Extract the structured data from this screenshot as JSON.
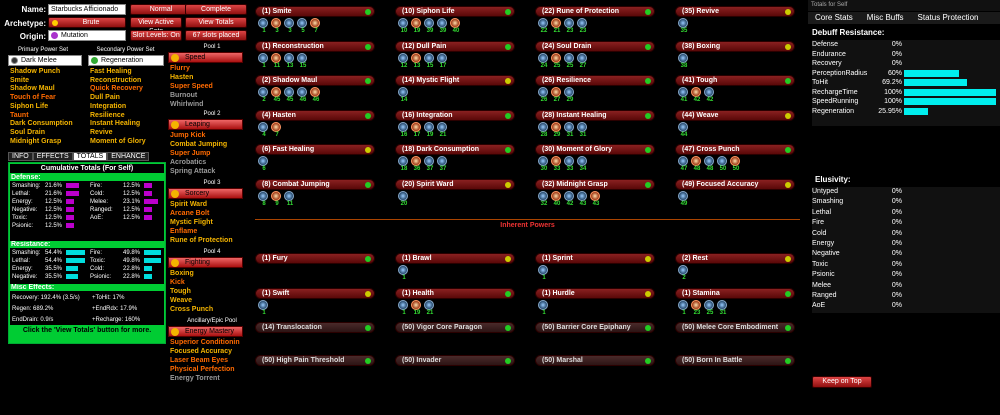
{
  "header": {
    "name_label": "Name:",
    "name_value": "Starbucks Afficionado",
    "normal_btn": "Normal",
    "complete_btn": "Complete",
    "archetype_label": "Archetype:",
    "archetype_value": "Brute",
    "view_active_sets": "View Active Sets",
    "view_totals": "View Totals",
    "origin_label": "Origin:",
    "origin_value": "Mutation",
    "slot_levels": "Slot Levels: On",
    "slots_placed": "67 slots placed"
  },
  "powersets": {
    "primary_label": "Primary Power Set",
    "primary_value": "Dark Melee",
    "secondary_label": "Secondary Power Set",
    "secondary_value": "Regeneration",
    "primary": [
      {
        "n": "Shadow Punch",
        "s": "on"
      },
      {
        "n": "Smite",
        "s": "on"
      },
      {
        "n": "Shadow Maul",
        "s": "on"
      },
      {
        "n": "Touch of Fear",
        "s": "sel"
      },
      {
        "n": "Siphon Life",
        "s": "on"
      },
      {
        "n": "Taunt",
        "s": "sel"
      },
      {
        "n": "Dark Consumption",
        "s": "on"
      },
      {
        "n": "Soul Drain",
        "s": "on"
      },
      {
        "n": "Midnight Grasp",
        "s": "on"
      }
    ],
    "secondary": [
      {
        "n": "Fast Healing",
        "s": "on"
      },
      {
        "n": "Reconstruction",
        "s": "on"
      },
      {
        "n": "Quick Recovery",
        "s": "sel"
      },
      {
        "n": "Dull Pain",
        "s": "on"
      },
      {
        "n": "Integration",
        "s": "on"
      },
      {
        "n": "Resilience",
        "s": "on"
      },
      {
        "n": "Instant Healing",
        "s": "on"
      },
      {
        "n": "Revive",
        "s": "on"
      },
      {
        "n": "Moment of Glory",
        "s": "on"
      }
    ]
  },
  "pools": [
    {
      "label": "Pool 1",
      "name": "Speed",
      "powers": [
        {
          "n": "Flurry",
          "s": "sel"
        },
        {
          "n": "Hasten",
          "s": "on"
        },
        {
          "n": "Super Speed",
          "s": "sel"
        },
        {
          "n": "Burnout",
          "s": "off"
        },
        {
          "n": "Whirlwind",
          "s": "off"
        }
      ]
    },
    {
      "label": "Pool 2",
      "name": "Leaping",
      "powers": [
        {
          "n": "Jump Kick",
          "s": "sel"
        },
        {
          "n": "Combat Jumping",
          "s": "on"
        },
        {
          "n": "Super Jump",
          "s": "sel"
        },
        {
          "n": "Acrobatics",
          "s": "off"
        },
        {
          "n": "Spring Attack",
          "s": "off"
        }
      ]
    },
    {
      "label": "Pool 3",
      "name": "Sorcery",
      "powers": [
        {
          "n": "Spirit Ward",
          "s": "on"
        },
        {
          "n": "Arcane Bolt",
          "s": "sel"
        },
        {
          "n": "Mystic Flight",
          "s": "on"
        },
        {
          "n": "Enflame",
          "s": "sel"
        },
        {
          "n": "Rune of Protection",
          "s": "on"
        }
      ]
    },
    {
      "label": "Pool 4",
      "name": "Fighting",
      "powers": [
        {
          "n": "Boxing",
          "s": "on"
        },
        {
          "n": "Kick",
          "s": "sel"
        },
        {
          "n": "Tough",
          "s": "on"
        },
        {
          "n": "Weave",
          "s": "on"
        },
        {
          "n": "Cross Punch",
          "s": "on"
        }
      ]
    },
    {
      "label": "Ancillary/Epic Pool",
      "name": "Energy Mastery",
      "powers": [
        {
          "n": "Superior Conditionin",
          "s": "sel"
        },
        {
          "n": "Focused Accuracy",
          "s": "on"
        },
        {
          "n": "Laser Beam Eyes",
          "s": "sel"
        },
        {
          "n": "Physical Perfection",
          "s": "sel"
        },
        {
          "n": "Energy Torrent",
          "s": "off"
        }
      ]
    }
  ],
  "tabs": [
    "INFO",
    "EFFECTS",
    "TOTALS",
    "ENHANCE"
  ],
  "totals": {
    "title": "Cumulative Totals (For Self)",
    "defense_title": "Defense:",
    "defense": [
      [
        "Smashing:",
        "21.6%"
      ],
      [
        "Lethal:",
        "21.6%"
      ],
      [
        "Energy:",
        "12.5%"
      ],
      [
        "Negative:",
        "12.5%"
      ],
      [
        "Toxic:",
        "12.5%"
      ],
      [
        "Psionic:",
        "12.5%"
      ]
    ],
    "defense2": [
      [
        "Fire:",
        "12.5%"
      ],
      [
        "Cold:",
        "12.5%"
      ],
      [
        "Melee:",
        "23.1%"
      ],
      [
        "Ranged:",
        "12.5%"
      ],
      [
        "AoE:",
        "12.5%"
      ]
    ],
    "resistance_title": "Resistance:",
    "resistance": [
      [
        "Smashing:",
        "54.4%"
      ],
      [
        "Lethal:",
        "54.4%"
      ],
      [
        "Energy:",
        "35.5%"
      ],
      [
        "Negative:",
        "35.5%"
      ]
    ],
    "resistance2": [
      [
        "Fire:",
        "49.8%"
      ],
      [
        "Toxic:",
        "49.8%"
      ],
      [
        "Cold:",
        "22.8%"
      ],
      [
        "Psionic:",
        "22.8%"
      ]
    ],
    "misc_title": "Misc Effects:",
    "misc": [
      "Recovery: 192.4% (3.5/s)",
      "Regen: 689.2%",
      "EndDrain: 0.9/s"
    ],
    "misc2": [
      "+ToHit: 17%",
      "+EndRdx: 17.9%",
      "+Recharge: 160%"
    ],
    "footer": "Click the 'View Totals' button for more."
  },
  "slots_col1": [
    {
      "t": "(1) Smite",
      "lv": [
        "1",
        "3",
        "3",
        "5",
        "7"
      ]
    },
    {
      "t": "(1) Reconstruction",
      "lv": [
        "1",
        "11",
        "13",
        "15"
      ]
    },
    {
      "t": "(2) Shadow Maul",
      "lv": [
        "2",
        "45",
        "45",
        "46",
        "46"
      ]
    },
    {
      "t": "(4) Hasten",
      "lv": [
        "4",
        "7"
      ]
    },
    {
      "t": "(6) Fast Healing",
      "lv": [
        "6"
      ]
    },
    {
      "t": "(8) Combat Jumping",
      "lv": [
        "8",
        "9",
        "11"
      ]
    }
  ],
  "slots_col2": [
    {
      "t": "(10) Siphon Life",
      "lv": [
        "10",
        "19",
        "39",
        "39",
        "40"
      ]
    },
    {
      "t": "(12) Dull Pain",
      "lv": [
        "12",
        "13",
        "15",
        "17"
      ]
    },
    {
      "t": "(14) Mystic Flight",
      "lv": [
        "14"
      ]
    },
    {
      "t": "(16) Integration",
      "lv": [
        "16",
        "17",
        "19",
        "21"
      ]
    },
    {
      "t": "(18) Dark Consumption",
      "lv": [
        "18",
        "36",
        "37",
        "37"
      ]
    },
    {
      "t": "(20) Spirit Ward",
      "lv": [
        "20"
      ]
    }
  ],
  "slots_col3": [
    {
      "t": "(22) Rune of Protection",
      "lv": [
        "22",
        "21",
        "23",
        "23"
      ]
    },
    {
      "t": "(24) Soul Drain",
      "lv": [
        "24",
        "25",
        "25",
        "27"
      ]
    },
    {
      "t": "(26) Resilience",
      "lv": [
        "26",
        "27",
        "29"
      ]
    },
    {
      "t": "(28) Instant Healing",
      "lv": [
        "28",
        "29",
        "31",
        "31"
      ]
    },
    {
      "t": "(30) Moment of Glory",
      "lv": [
        "30",
        "33",
        "33",
        "34"
      ]
    },
    {
      "t": "(32) Midnight Grasp",
      "lv": [
        "32",
        "40",
        "42",
        "43",
        "43"
      ]
    }
  ],
  "slots_col4": [
    {
      "t": "(35) Revive",
      "lv": [
        "35"
      ]
    },
    {
      "t": "(38) Boxing",
      "lv": [
        "38"
      ]
    },
    {
      "t": "(41) Tough",
      "lv": [
        "41",
        "42",
        "42"
      ]
    },
    {
      "t": "(44) Weave",
      "lv": [
        "44"
      ]
    },
    {
      "t": "(47) Cross Punch",
      "lv": [
        "47",
        "48",
        "48",
        "50",
        "50"
      ]
    },
    {
      "t": "(49) Focused Accuracy",
      "lv": [
        "49"
      ]
    }
  ],
  "inherent_title": "Inherent Powers",
  "inherent": [
    [
      {
        "t": "(1) Fury",
        "lv": []
      },
      {
        "t": "(1) Brawl",
        "lv": [
          "1"
        ]
      },
      {
        "t": "(1) Sprint",
        "lv": [
          "1"
        ]
      },
      {
        "t": "(2) Rest",
        "lv": [
          "2"
        ]
      }
    ],
    [
      {
        "t": "(1) Swift",
        "lv": [
          "1"
        ]
      },
      {
        "t": "(1) Health",
        "lv": [
          "1",
          "19",
          "21"
        ]
      },
      {
        "t": "(1) Hurdle",
        "lv": [
          "1"
        ]
      },
      {
        "t": "(1) Stamina",
        "lv": [
          "1",
          "23",
          "25",
          "31"
        ]
      }
    ],
    [
      {
        "t": "(14) Translocation",
        "lv": []
      },
      {
        "t": "(50) Vigor Core Paragon",
        "lv": []
      },
      {
        "t": "(50) Barrier Core Epiphany",
        "lv": []
      },
      {
        "t": "(50) Melee Core Embodiment",
        "lv": []
      }
    ],
    [
      {
        "t": "(50) High Pain Threshold",
        "lv": []
      },
      {
        "t": "(50) Invader",
        "lv": []
      },
      {
        "t": "(50) Marshal",
        "lv": []
      },
      {
        "t": "(50) Born In Battle",
        "lv": []
      }
    ]
  ],
  "right": {
    "window_title": "Totals for Self",
    "tabs": [
      "Core Stats",
      "Misc Buffs",
      "Status Protection"
    ],
    "debuff_title": "Debuff Resistance:",
    "debuff": [
      {
        "n": "Defense",
        "v": "0%",
        "f": 0
      },
      {
        "n": "Endurance",
        "v": "0%",
        "f": 0
      },
      {
        "n": "Recovery",
        "v": "0%",
        "f": 0
      },
      {
        "n": "PerceptionRadius",
        "v": "60%",
        "f": 0.6
      },
      {
        "n": "ToHit",
        "v": "69.2%",
        "f": 0.69
      },
      {
        "n": "RechargeTime",
        "v": "100%",
        "f": 1
      },
      {
        "n": "SpeedRunning",
        "v": "100%",
        "f": 1
      },
      {
        "n": "Regeneration",
        "v": "25.95%",
        "f": 0.26
      }
    ],
    "elusivity_title": "Elusivity:",
    "elusivity": [
      [
        "Untyped",
        "0%"
      ],
      [
        "Smashing",
        "0%"
      ],
      [
        "Lethal",
        "0%"
      ],
      [
        "Fire",
        "0%"
      ],
      [
        "Cold",
        "0%"
      ],
      [
        "Energy",
        "0%"
      ],
      [
        "Negative",
        "0%"
      ],
      [
        "Toxic",
        "0%"
      ],
      [
        "Psionic",
        "0%"
      ],
      [
        "Melee",
        "0%"
      ],
      [
        "Ranged",
        "0%"
      ],
      [
        "AoE",
        "0%"
      ]
    ],
    "keep_on_top": "Keep on Top"
  }
}
